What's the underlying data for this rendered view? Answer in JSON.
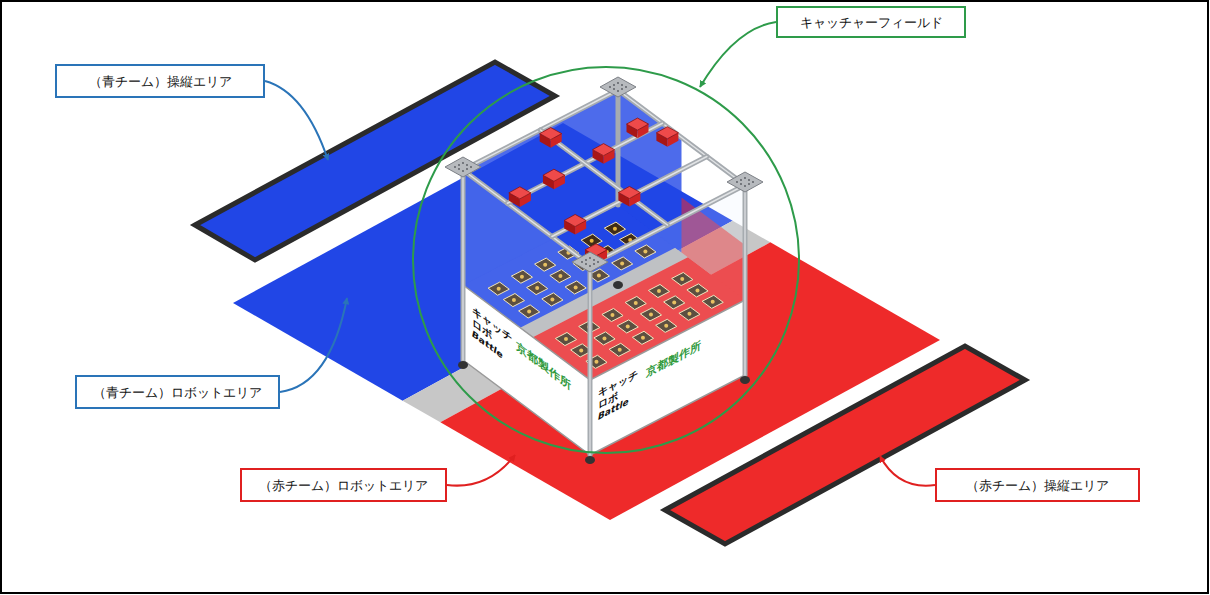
{
  "diagram": {
    "nodes": [
      {
        "text": [
          "キャッチャーフィールド"
        ]
      },
      {
        "text": [
          "（青チーム）操縦エリア"
        ]
      },
      {
        "text": [
          "（青チーム）ロボットエリア"
        ]
      },
      {
        "text": [
          "（赤チーム）ロボットエリア"
        ]
      },
      {
        "text": [
          "（赤チーム）操縦エリア"
        ]
      }
    ],
    "labels": [
      "キャッチ",
      "ロボ",
      "Battle",
      "京都製作所",
      "キャッチ",
      "ロボ",
      "Battle",
      "京都製作所"
    ]
  }
}
